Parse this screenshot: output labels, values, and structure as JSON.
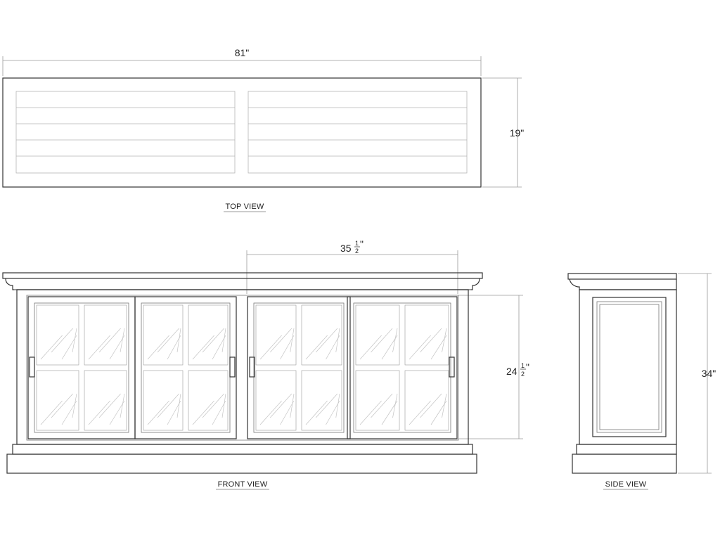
{
  "dimensions": {
    "width": "81\"",
    "depth": "19\"",
    "door_width_whole": "35",
    "door_width_frac_num": "1",
    "door_width_frac_den": "2",
    "door_width_inch": "\"",
    "door_height_whole": "24",
    "door_height_frac_num": "1",
    "door_height_frac_den": "2",
    "door_height_inch": "\"",
    "height": "34\""
  },
  "view_labels": {
    "top": "TOP  VIEW",
    "front": "FRONT  VIEW",
    "side": "SIDE  VIEW"
  },
  "colors": {
    "line": "#333333",
    "dimension_line": "#9a9a9a",
    "background": "#ffffff"
  }
}
